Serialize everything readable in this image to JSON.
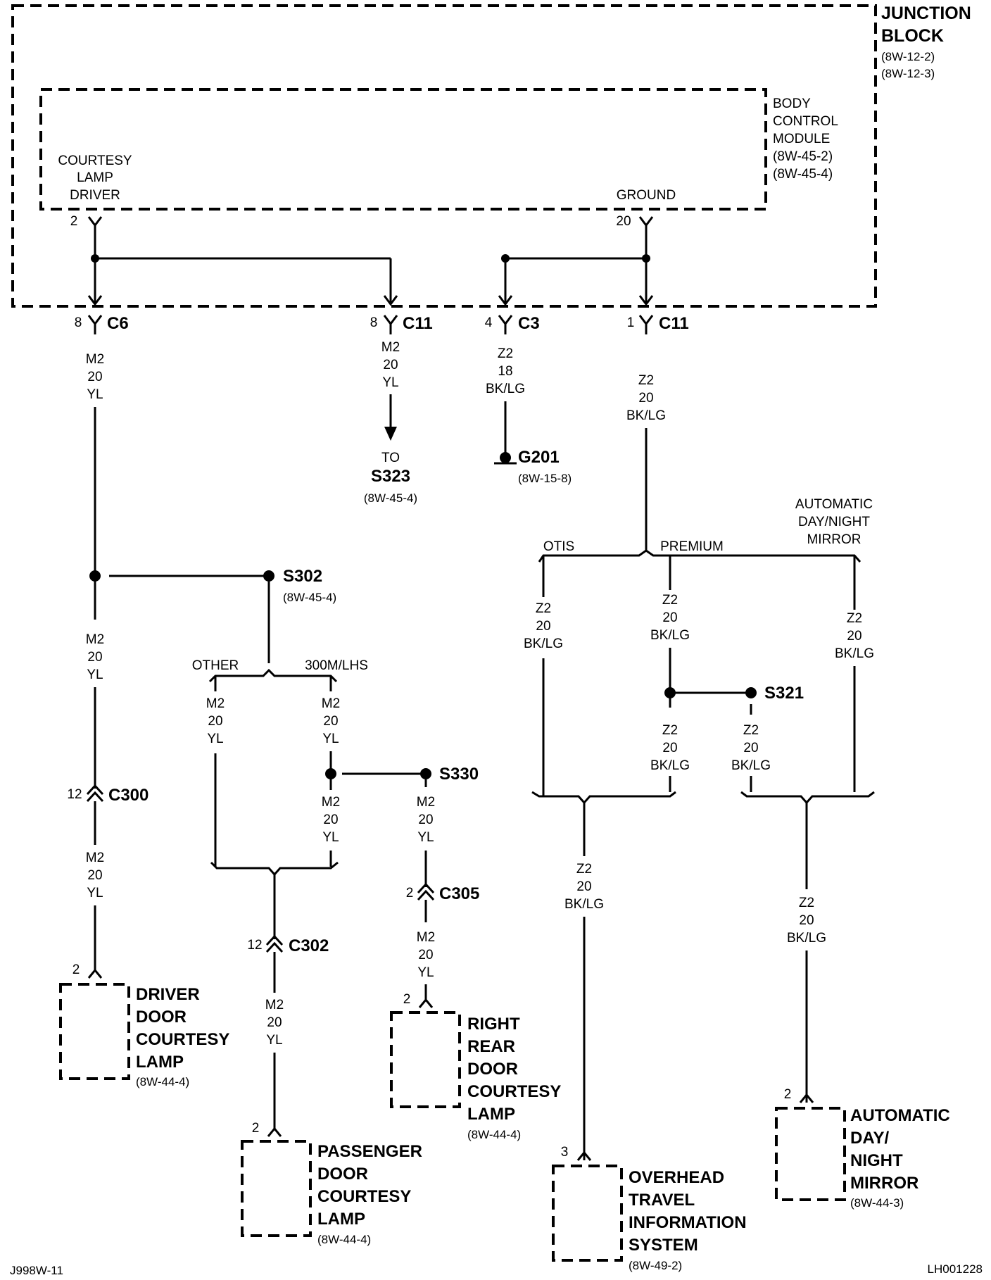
{
  "junction_block": {
    "title1": "JUNCTION",
    "title2": "BLOCK",
    "ref1": "(8W-12-2)",
    "ref2": "(8W-12-3)"
  },
  "bcm": {
    "line1": "BODY",
    "line2": "CONTROL",
    "line3": "MODULE",
    "ref1": "(8W-45-2)",
    "ref2": "(8W-45-4)"
  },
  "courtesy_driver": {
    "line1": "COURTESY",
    "line2": "LAMP",
    "line3": "DRIVER",
    "pin": "2"
  },
  "ground_label": {
    "text": "GROUND",
    "pin": "20"
  },
  "connectors": {
    "c6": {
      "name": "C6",
      "pin": "8"
    },
    "c11a": {
      "name": "C11",
      "pin": "8"
    },
    "c3": {
      "name": "C3",
      "pin": "4"
    },
    "c11b": {
      "name": "C11",
      "pin": "1"
    },
    "c300": {
      "name": "C300",
      "pin": "12"
    },
    "c302": {
      "name": "C302",
      "pin": "12"
    },
    "c305": {
      "name": "C305",
      "pin": "2"
    }
  },
  "wire_m2": {
    "circuit": "M2",
    "gauge": "20",
    "color": "YL"
  },
  "wire_z2": {
    "circuit": "Z2",
    "gauge": "20",
    "color": "BK/LG"
  },
  "wire_z2_18": {
    "circuit": "Z2",
    "gauge": "18",
    "color": "BK/LG"
  },
  "s323": {
    "to": "TO",
    "name": "S323",
    "ref": "(8W-45-4)"
  },
  "g201": {
    "name": "G201",
    "ref": "(8W-15-8)"
  },
  "s302": {
    "name": "S302",
    "ref": "(8W-45-4)"
  },
  "s330": {
    "name": "S330"
  },
  "s321": {
    "name": "S321"
  },
  "branch_left": {
    "other": "OTHER",
    "lhs": "300M/LHS"
  },
  "branch_right": {
    "otis": "OTIS",
    "premium": "PREMIUM",
    "adm1": "AUTOMATIC",
    "adm2": "DAY/NIGHT",
    "adm3": "MIRROR"
  },
  "driver_lamp": {
    "pin": "2",
    "line1": "DRIVER",
    "line2": "DOOR",
    "line3": "COURTESY",
    "line4": "LAMP",
    "ref": "(8W-44-4)"
  },
  "passenger_lamp": {
    "pin": "2",
    "line1": "PASSENGER",
    "line2": "DOOR",
    "line3": "COURTESY",
    "line4": "LAMP",
    "ref": "(8W-44-4)"
  },
  "rear_lamp": {
    "pin": "2",
    "line1": "RIGHT",
    "line2": "REAR",
    "line3": "DOOR",
    "line4": "COURTESY",
    "line5": "LAMP",
    "ref": "(8W-44-4)"
  },
  "otis_module": {
    "pin": "3",
    "line1": "OVERHEAD",
    "line2": "TRAVEL",
    "line3": "INFORMATION",
    "line4": "SYSTEM",
    "ref": "(8W-49-2)"
  },
  "mirror_module": {
    "pin": "2",
    "line1": "AUTOMATIC",
    "line2": "DAY/",
    "line3": "NIGHT",
    "line4": "MIRROR",
    "ref": "(8W-44-3)"
  },
  "footer": {
    "left": "J998W-11",
    "right": "LH001228"
  }
}
